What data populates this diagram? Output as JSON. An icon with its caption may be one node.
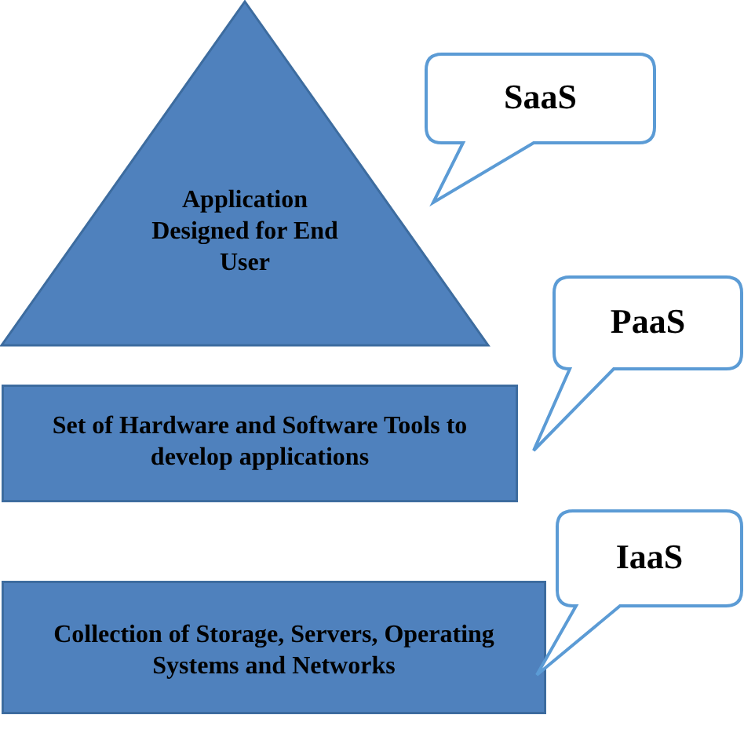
{
  "diagram": {
    "nodes": [
      {
        "text": [
          "Application Designed for End User"
        ]
      },
      {
        "text": [
          "Set of Hardware and Software Tools to develop applications"
        ]
      },
      {
        "text": [
          "Collection of Storage, Servers, Operating Systems and Networks"
        ]
      },
      {
        "text": [
          "SaaS"
        ]
      },
      {
        "text": [
          "PaaS"
        ]
      },
      {
        "text": [
          "IaaS"
        ]
      }
    ]
  }
}
